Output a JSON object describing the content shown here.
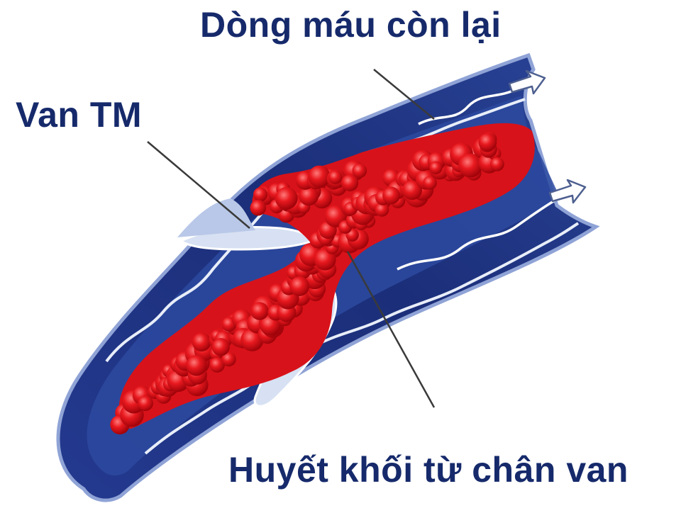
{
  "labels": {
    "remaining_flow": "Dòng máu còn lại",
    "venous_valve": "Van TM",
    "thrombus": "Huyết khối từ chân van"
  },
  "colors": {
    "label_text": "#162a6b",
    "vein_dark": "#1c2f7c",
    "vein_mid": "#2f4ea3",
    "vein_light": "#6f8ccd",
    "vein_lumen": "#c7d3ea",
    "clot_dark": "#b3050d",
    "clot_main": "#e01a20",
    "clot_highlight": "#ff6b6b",
    "leader_line": "#3c3c3c"
  },
  "icons": {
    "flow_arrow_upper": "outline-arrow-icon",
    "flow_arrow_lower": "outline-arrow-icon"
  }
}
